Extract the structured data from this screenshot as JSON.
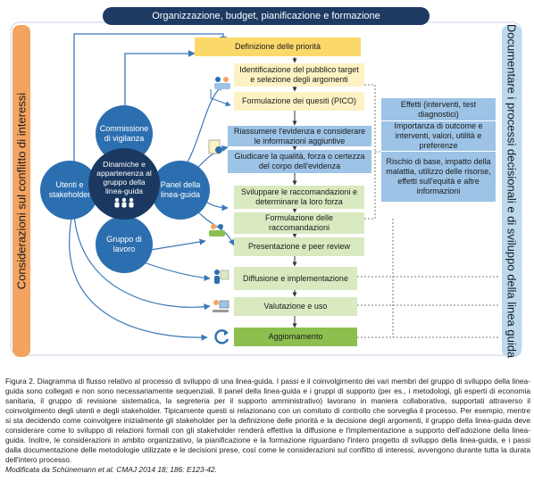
{
  "header": {
    "title": "Organizzazione, budget, pianificazione e formazione"
  },
  "left_banner": {
    "label": "Considerazioni sul conflitto di interessi"
  },
  "right_banner": {
    "label": "Documentare i processi decisionali e di sviluppo della linea guida"
  },
  "circles": {
    "center": "Dinamiche e appartenenza al gruppo della linea-guida",
    "top": "Commissione di vigilanza",
    "left": "Utenti e stakeholder",
    "right": "Panel della linea-guida",
    "bottom": "Gruppo di lavoro"
  },
  "steps": [
    "Definizione delle priorità",
    "Identificazione del pubblico target e selezione degli argomenti",
    "Formulazione dei quesiti (PICO)",
    "Riassumere l'evidenza e considerare le informazioni aggiuntive",
    "Giudicare la qualità, forza o certezza del corpo dell'evidenza",
    "Sviluppare le raccomandazioni e determinare la loro forza",
    "Formulazione delle raccomandazioni",
    "Presentazione e peer review",
    "Diffusione e implementazione",
    "Valutazione e uso",
    "Aggiornamento"
  ],
  "side_panel": [
    "Effetti (interventi, test diagnostici)",
    "Importanza di outcome e interventi, valori, utilità e preferenze",
    "Rischio di base, impatto della malattia, utilizzo delle risorse, effetti sull'equità e altre informazioni"
  ],
  "caption": {
    "text": "Figura 2. Diagramma di flusso relativo al processo di sviluppo di una linea-guida. I passi e il coinvolgimento dei vari membri del gruppo di sviluppo della linea-guida sono collegati e non sono necessariamente sequenziali. Il panel della linea-guida e i gruppi di supporto (per es., i metodologi, gli esperti di economia sanitaria, il gruppo di revisione sistematica, la segreteria per il supporto amministrativo) lavorano in maniera collaborativa, supportati attraverso il coinvolgimento degli utenti e degli stakeholder. Tipicamente questi si relazionano con un comitato di controllo che sorveglia il processo. Per esempio, mentre si sta decidendo come coinvolgere inizialmente gli stakeholder per la definizione delle priorità e la decisione degli argomenti, il gruppo della linea-guida deve considerare come lo sviluppo di relazioni formali con gli stakeholder renderà effettiva la diffusione e l'implementazione a supporto dell'adozione della linea-guida. Inoltre, le considerazioni in ambito organizzativo, la pianificazione e la formazione riguardano l'intero progetto di sviluppo della linea-guida, e i passi dalla documentazione delle metodologie utilizzate e le decisioni prese, così come le considerazioni sul conflitto di interessi, avvengono durante tutta la durata dell'intero processo.",
    "credit": "Modificata da Schünemann et al. CMAJ 2014 18; 186: E123-42."
  },
  "colors": {
    "header_bg": "#1d3a63",
    "orange_band": "#f4a460",
    "right_band": "#bcd9ee",
    "yellow": "#fbd86a",
    "light_yellow": "#fdf2c4",
    "blue_box": "#9dc3e6",
    "light_green": "#d9e9c0",
    "green": "#8dbf4f",
    "circle_blue": "#2c6fb0",
    "circle_dark": "#1b3960",
    "arrow": "#3a78b8"
  }
}
